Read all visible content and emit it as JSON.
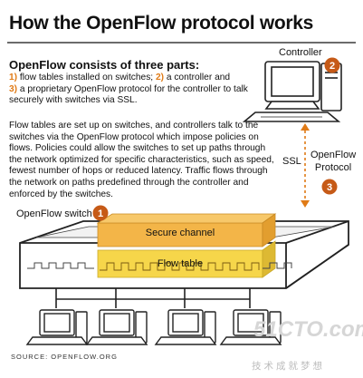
{
  "title": "How the OpenFlow protocol works",
  "subheading": "OpenFlow consists of three parts:",
  "parts": {
    "n1": "1)",
    "t1": " flow tables installed on switches; ",
    "n2": "2)",
    "t2": " a controller and",
    "n3": "3)",
    "t3": " a proprietary OpenFlow protocol for the controller to talk securely with switches via SSL."
  },
  "description": "Flow tables are set up on switches, and controllers talk to the switches via the OpenFlow protocol which impose policies on flows. Policies could allow the switches to set up paths through the network optimized for specific characteristics, such as speed, fewest number of hops or reduced latency. Traffic flows through the network on paths predefined through the controller and enforced by the switches.",
  "labels": {
    "controller": "Controller",
    "ssl": "SSL",
    "openflow_protocol_1": "OpenFlow",
    "openflow_protocol_2": "Protocol",
    "openflow_switch": "OpenFlow switch",
    "secure_channel": "Secure channel",
    "flow_table": "Flow table"
  },
  "badges": {
    "one": "1",
    "two": "2",
    "three": "3"
  },
  "source": "SOURCE: OPENFLOW.ORG",
  "watermark": {
    "line1": "51CTO.com",
    "line2": "技术成就梦想"
  },
  "colors": {
    "accent": "#e07b17",
    "badge": "#c65a17",
    "channel": "#f3b548",
    "flowtable": "#f6d64a",
    "outline": "#222222"
  }
}
